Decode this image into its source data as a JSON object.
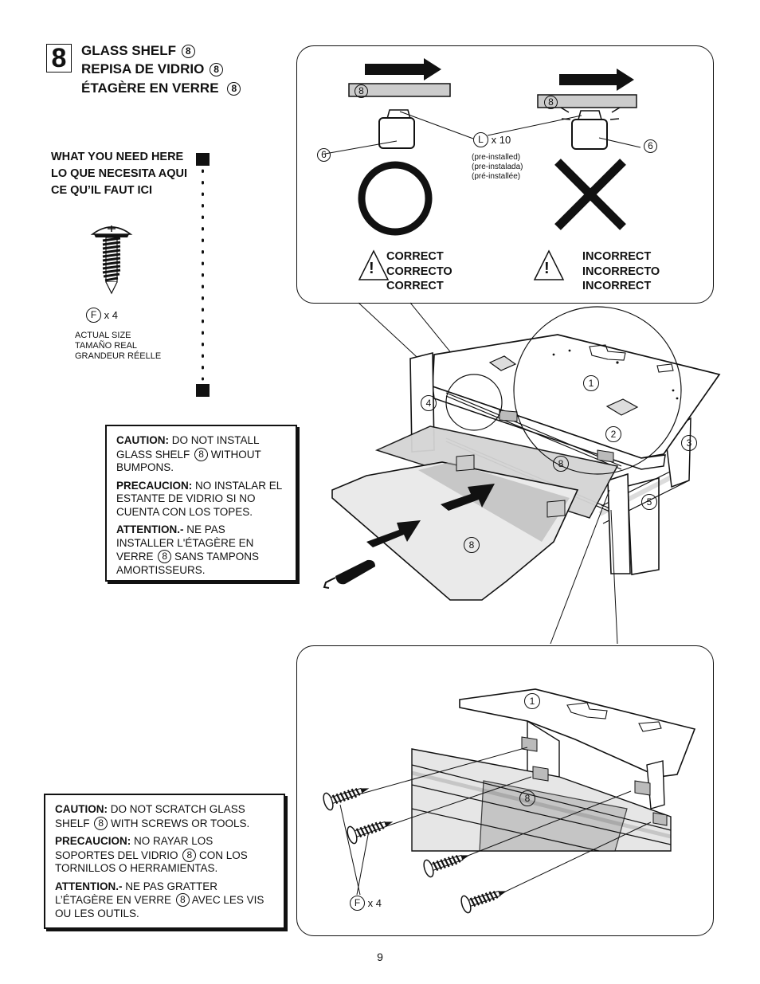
{
  "step": {
    "number": "8"
  },
  "titles": [
    {
      "text": "GLASS SHELF",
      "part": "8"
    },
    {
      "text": "REPISA DE VIDRIO",
      "part": "8"
    },
    {
      "text": "ÉTAGÈRE EN VERRE",
      "part": "8"
    }
  ],
  "need_here": [
    "WHAT YOU NEED HERE",
    "LO QUE NECESITA AQUI",
    "CE QU’IL FAUT ICI"
  ],
  "screw_part": {
    "label": "F",
    "qty": "x 4"
  },
  "actual_size": [
    "ACTUAL SIZE",
    "TAMAÑO REAL",
    "GRANDEUR RÉELLE"
  ],
  "caution1": [
    {
      "lead": "CAUTION:",
      "text1": " DO NOT INSTALL GLASS SHELF ",
      "part": "8",
      "text2": " WITHOUT BUMPONS."
    },
    {
      "lead": "PRECAUCION:",
      "text1": " NO INSTALAR EL ESTANTE DE VIDRIO SI NO CUENTA CON LOS TOPES.",
      "part": "",
      "text2": ""
    },
    {
      "lead": "ATTENTION.-",
      "text1": " NE PAS INSTALLER L'ÉTAGÈRE EN VERRE ",
      "part": "8",
      "text2": " SANS TAMPONS AMORTISSEURS."
    }
  ],
  "caution2": [
    {
      "lead": "CAUTION:",
      "text1": " DO NOT SCRATCH GLASS SHELF ",
      "part": "8",
      "text2": " WITH SCREWS OR TOOLS."
    },
    {
      "lead": "PRECAUCION:",
      "text1": " NO RAYAR LOS SOPORTES DEL VIDRIO ",
      "part": "8",
      "text2": " CON LOS TORNILLOS O HERRAMIENTAS."
    },
    {
      "lead": "ATTENTION.-",
      "text1": " NE PAS GRATTER L’ÉTAGÈRE EN VERRE ",
      "part": "8",
      "text2": " AVEC LES VIS OU LES OUTILS."
    }
  ],
  "top_panel": {
    "bumpon_part": {
      "label": "L",
      "qty": "x 10"
    },
    "preinstalled": [
      "(pre-installed)",
      "(pre-instalada)",
      "(pré-installée)"
    ],
    "correct": [
      "CORRECT",
      "CORRECTO",
      "CORRECT"
    ],
    "incorrect": [
      "INCORRECT",
      "INCORRECTO",
      "INCORRECT"
    ],
    "warning_symbol": "!",
    "labels": {
      "glass": "8",
      "bumpon_holder": "6"
    }
  },
  "main_labels": {
    "top": "1",
    "rail": "2",
    "side_right": "3",
    "side_left": "4",
    "leg": "5",
    "glass": "8"
  },
  "bottom_panel": {
    "top": "1",
    "glass": "8",
    "screw_part": {
      "label": "F",
      "qty": "x 4"
    }
  },
  "page_number": "9",
  "icons": [
    "screw-icon",
    "screwdriver-icon",
    "arrow-right-icon",
    "warning-triangle-icon",
    "correct-circle-icon",
    "incorrect-x-icon"
  ]
}
